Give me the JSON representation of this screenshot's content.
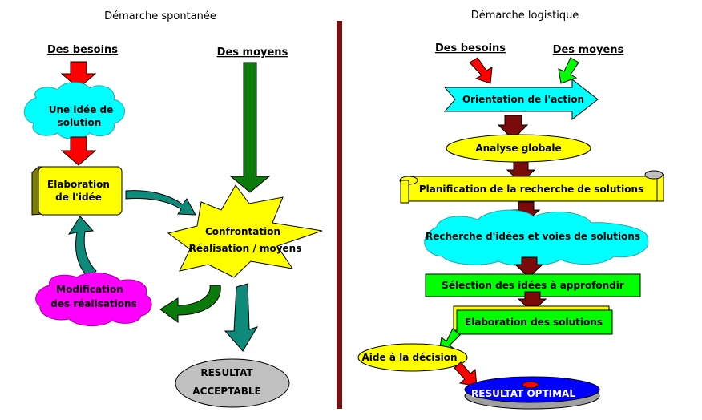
{
  "left": {
    "title": "Démarche spontanée",
    "need": "Des besoins",
    "means": "Des moyens",
    "idea_l1": "Une idée de",
    "idea_l2": "solution",
    "elab_l1": "Elaboration",
    "elab_l2": "de l'idée",
    "conf_l1": "Confrontation",
    "conf_l2": "Réalisation / moyens",
    "mod_l1": "Modification",
    "mod_l2": "des réalisations",
    "result_l1": "RESULTAT",
    "result_l2": "ACCEPTABLE"
  },
  "right": {
    "title": "Démarche logistique",
    "need": "Des besoins",
    "means": "Des moyens",
    "orientation": "Orientation de l'action",
    "analyse": "Analyse globale",
    "planification": "Planification de la recherche de solutions",
    "recherche": "Recherche d'idées et voies de solutions",
    "selection": "Sélection des idées à approfondir",
    "elaboration": "Elaboration des solutions",
    "aide": "Aide à la décision",
    "result": "RESULTAT OPTIMAL"
  },
  "colors": {
    "divider": "#7b1010",
    "red": "#ff0000",
    "green": "#0a7a0a",
    "teal": "#0e8a7a",
    "darkred": "#7b0a0a",
    "cyan": "#00ffff",
    "yellow": "#ffff00",
    "magenta": "#ff00ff",
    "gray": "#c0c0c0",
    "lime": "#00ff00",
    "blue": "#0000ff"
  }
}
